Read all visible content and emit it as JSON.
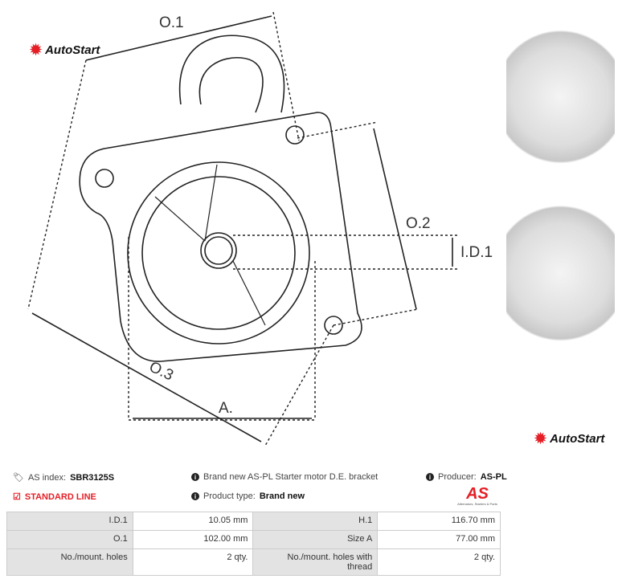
{
  "brand": "AutoStart",
  "diagram": {
    "labels": {
      "o1": "O.1",
      "o2": "O.2",
      "o3": "O.3",
      "id1": "I.D.1",
      "a": "A."
    }
  },
  "info": {
    "as_index_label": "AS index:",
    "as_index": "SBR3125S",
    "description": "Brand new AS-PL Starter motor D.E. bracket",
    "producer_label": "Producer:",
    "producer": "AS-PL",
    "line": "STANDARD LINE",
    "product_type_label": "Product type:",
    "product_type": "Brand new",
    "producer_logo": "AS",
    "producer_tagline": "Alternators, Starters & Parts"
  },
  "specs": [
    {
      "k1": "I.D.1",
      "v1": "10.05 mm",
      "k2": "H.1",
      "v2": "116.70 mm"
    },
    {
      "k1": "O.1",
      "v1": "102.00 mm",
      "k2": "Size A",
      "v2": "77.00 mm"
    },
    {
      "k1": "No./mount. holes",
      "v1": "2 qty.",
      "k2": "No./mount. holes with thread",
      "v2": "2 qty."
    }
  ],
  "colors": {
    "accent": "#e41f26"
  }
}
